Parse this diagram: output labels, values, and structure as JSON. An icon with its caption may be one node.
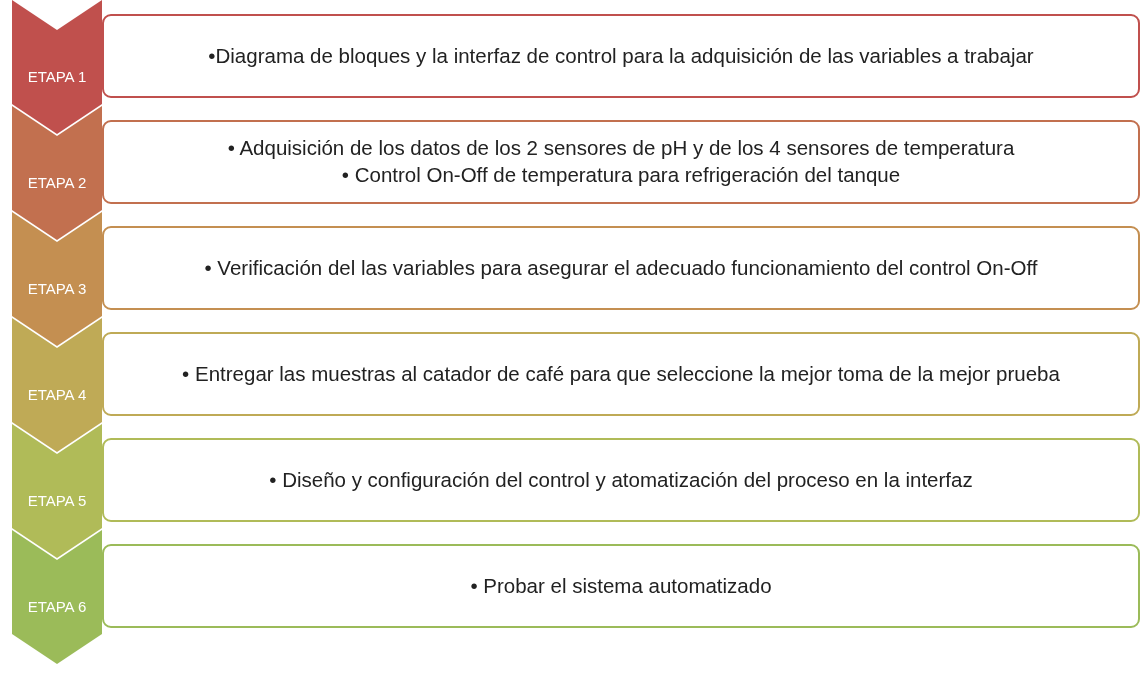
{
  "diagram": {
    "nodes": [
      {
        "text": [
          "ETAPA 1"
        ]
      },
      {
        "text": [
          "•Diagrama de bloques y la interfaz de control para la adquisición de las variables a trabajar"
        ]
      },
      {
        "text": [
          "ETAPA 2"
        ]
      },
      {
        "text": [
          "• Adquisición de los datos de los 2 sensores de pH y de los 4 sensores de temperatura",
          "• Control On-Off de temperatura para refrigeración del tanque"
        ]
      },
      {
        "text": [
          "ETAPA 3"
        ]
      },
      {
        "text": [
          "• Verificación del las variables para asegurar el adecuado funcionamiento del control On-Off"
        ]
      },
      {
        "text": [
          "ETAPA 4"
        ]
      },
      {
        "text": [
          "• Entregar las muestras al catador de café para que seleccione la mejor toma de la mejor prueba"
        ]
      },
      {
        "text": [
          "ETAPA 5"
        ]
      },
      {
        "text": [
          "• Diseño y configuración del control y atomatización del proceso en la interfaz"
        ]
      },
      {
        "text": [
          "ETAPA 6"
        ]
      },
      {
        "text": [
          "• Probar el sistema automatizado"
        ]
      }
    ]
  }
}
